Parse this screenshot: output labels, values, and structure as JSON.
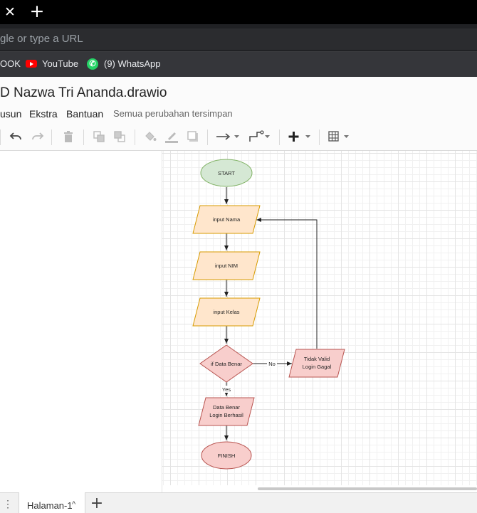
{
  "browser": {
    "tab_close_glyph": "✕",
    "new_tab_glyph": "+",
    "omnibox_placeholder": "gle or type a URL",
    "bookmarks": [
      {
        "label": "OOK"
      },
      {
        "label": "YouTube",
        "icon": "youtube-icon"
      },
      {
        "label": "(9) WhatsApp",
        "icon": "whatsapp-icon"
      }
    ]
  },
  "app": {
    "title": "D Nazwa Tri Ananda.drawio",
    "menus": [
      "usun",
      "Ekstra",
      "Bantuan"
    ],
    "save_status": "Semua perubahan tersimpan"
  },
  "toolbar": {
    "items": [
      "undo-icon",
      "redo-icon",
      "delete-icon",
      "to-front-icon",
      "to-back-icon",
      "fill-color-icon",
      "line-color-icon",
      "shadow-icon",
      "connection-arrow-icon",
      "waypoint-icon",
      "insert-plus-icon",
      "table-icon"
    ]
  },
  "diagram": {
    "nodes": {
      "start": "START",
      "input_nama": "input Nama",
      "input_nim": "input NIM",
      "input_kelas": "input Kelas",
      "decision": "if Data Benar",
      "invalid_line1": "Tidak Valid",
      "invalid_line2": "Login Gagal",
      "success_line1": "Data Benar",
      "success_line2": "Login Berhasil",
      "finish": "FINISH"
    },
    "edge_labels": {
      "no": "No",
      "yes": "Yes"
    },
    "colors": {
      "start_fill": "#d5e8d4",
      "start_stroke": "#82b366",
      "io_fill": "#ffe6cc",
      "io_stroke": "#d79b00",
      "red_fill": "#f8cecc",
      "red_stroke": "#b85450"
    }
  },
  "pages": {
    "tab_label": "Halaman-1",
    "add_glyph": "+",
    "menu_glyph": "⋮",
    "caret_glyph": "^"
  }
}
